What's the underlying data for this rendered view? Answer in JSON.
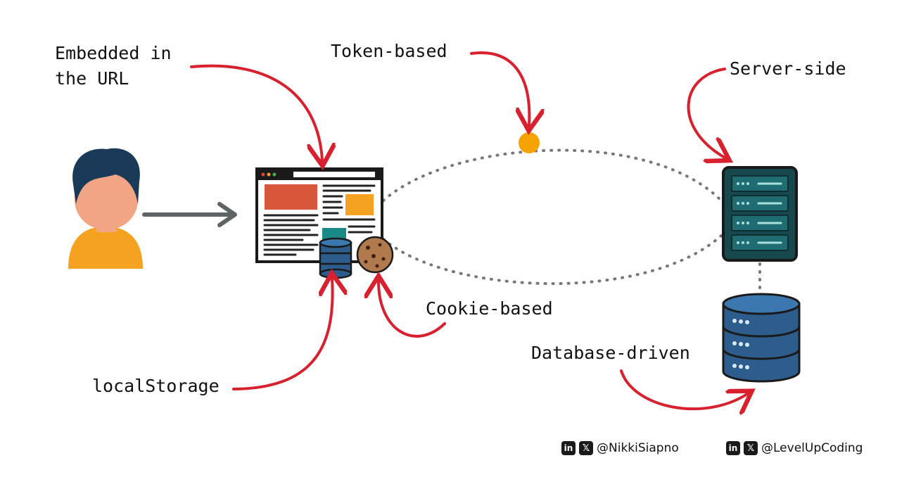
{
  "labels": {
    "url": "Embedded in the URL",
    "token": "Token-based",
    "server": "Server-side",
    "cookie": "Cookie-based",
    "local": "localStorage",
    "db": "Database-driven"
  },
  "social": [
    {
      "icons": [
        "in",
        "𝕏"
      ],
      "handle": "@NikkiSiapno"
    },
    {
      "icons": [
        "in",
        "𝕏"
      ],
      "handle": "@LevelUpCoding"
    }
  ],
  "colors": {
    "arrow": "#d8202f",
    "dots": "#777777",
    "token": "#f5a300",
    "server": "#1b5c63",
    "database": "#2c5d8c",
    "user_shirt": "#f4a21f",
    "user_skin": "#f2a585",
    "user_hair": "#1a3a58"
  },
  "icons": [
    "user-icon",
    "browser-window-icon",
    "local-database-icon",
    "cookie-icon",
    "server-rack-icon",
    "database-icon",
    "token-dot-icon",
    "linkedin-icon",
    "x-icon"
  ]
}
